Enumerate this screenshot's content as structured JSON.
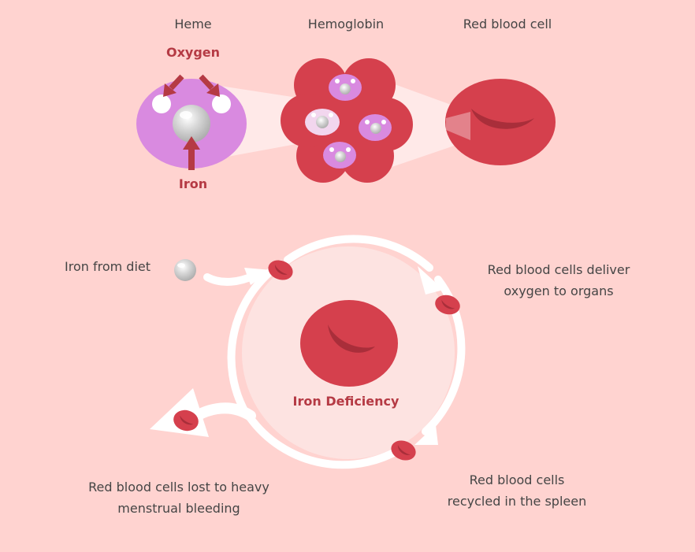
{
  "top_labels": {
    "heme": "Heme",
    "hemoglobin": "Hemoglobin",
    "red_blood_cell": "Red blood cell",
    "oxygen": "Oxygen",
    "iron": "Iron"
  },
  "cycle": {
    "center": "Iron Deficiency",
    "iron_from_diet": "Iron from diet",
    "deliver_line1": "Red blood cells deliver",
    "deliver_line2": "oxygen to organs",
    "recycled_line1": "Red blood cells",
    "recycled_line2": "recycled in the spleen",
    "lost_line1": "Red blood cells lost to heavy",
    "lost_line2": "menstrual bleeding"
  },
  "colors": {
    "background": "#ffd3d0",
    "heme": "#d98ae0",
    "red_cell": "#d5404d",
    "red_cell_dark": "#a92e3a",
    "accent_text": "#b53a44",
    "iron_ball": "#c8c8c8"
  }
}
